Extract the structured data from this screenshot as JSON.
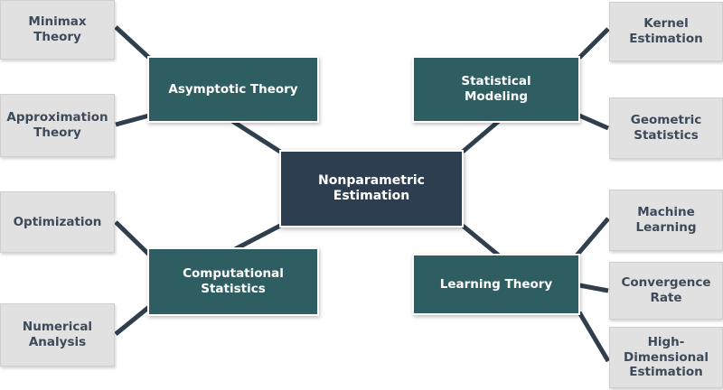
{
  "root": {
    "label": "Nonparametric\nEstimation"
  },
  "branches": [
    {
      "id": "asymptotic",
      "label": "Asymptotic Theory",
      "children": [
        {
          "id": "minimax",
          "label": "Minimax\nTheory"
        },
        {
          "id": "approximation",
          "label": "Approximation\nTheory"
        }
      ]
    },
    {
      "id": "statistical",
      "label": "Statistical\nModeling",
      "children": [
        {
          "id": "kernel",
          "label": "Kernel\nEstimation"
        },
        {
          "id": "geometric",
          "label": "Geometric\nStatistics"
        }
      ]
    },
    {
      "id": "computational",
      "label": "Computational\nStatistics",
      "children": [
        {
          "id": "optimization",
          "label": "Optimization"
        },
        {
          "id": "numerical",
          "label": "Numerical\nAnalysis"
        }
      ]
    },
    {
      "id": "learning",
      "label": "Learning Theory",
      "children": [
        {
          "id": "machine",
          "label": "Machine\nLearning"
        },
        {
          "id": "convergence",
          "label": "Convergence\nRate"
        },
        {
          "id": "highdim",
          "label": "High-\nDimensional\nEstimation"
        }
      ]
    }
  ],
  "colors": {
    "root": "#2d3e50",
    "branch": "#2f5e62",
    "leaf": "#e1e1e1",
    "connector": "#2f3f4d"
  }
}
